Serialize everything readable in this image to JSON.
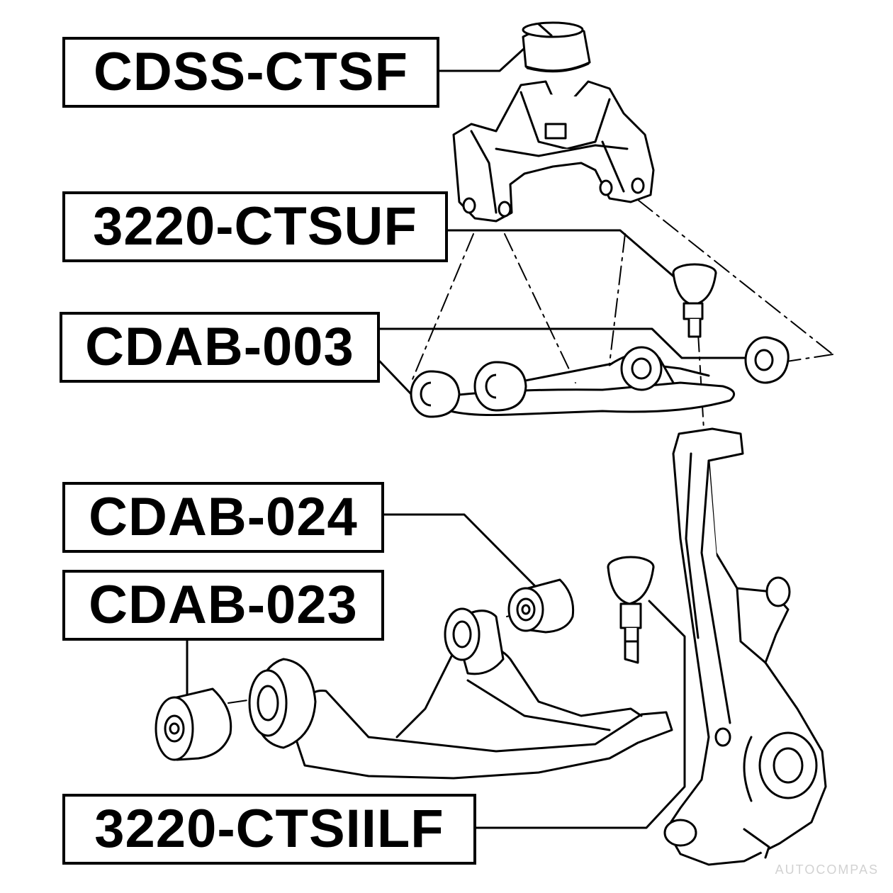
{
  "labels": {
    "cdss_ctsf": "CDSS-CTSF",
    "uf_3220_ctsuf": "3220-CTSUF",
    "cdab_003": "CDAB-003",
    "cdab_024": "CDAB-024",
    "cdab_023": "CDAB-023",
    "lf_3220_ctsiilf": "3220-CTSIILF"
  },
  "watermark": "AUTOCOMPAS",
  "colors": {
    "line": "#000000",
    "background": "#ffffff"
  }
}
